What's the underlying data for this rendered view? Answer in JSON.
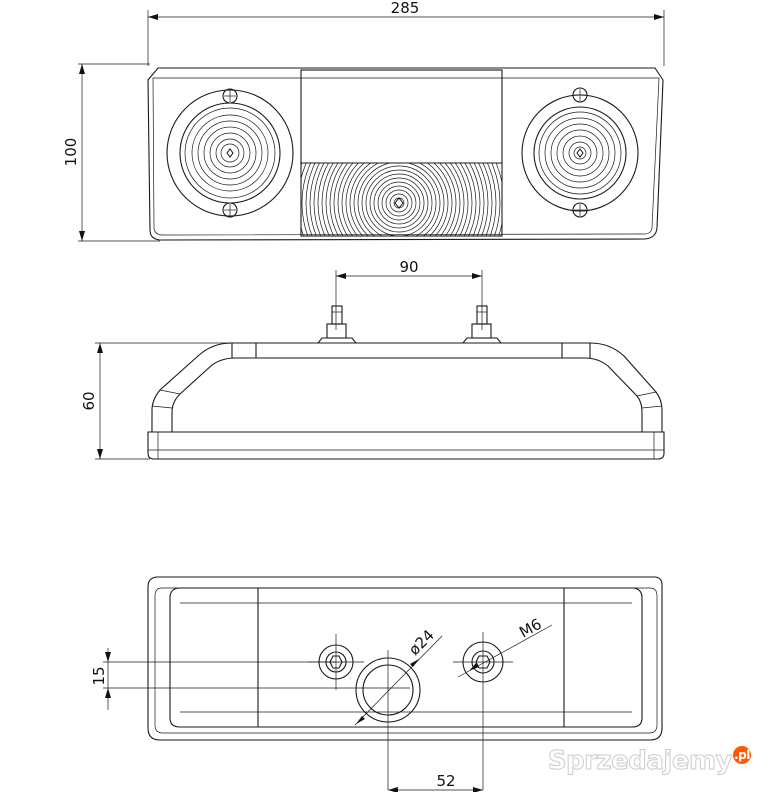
{
  "dimensions": {
    "width_total": "285",
    "height_front": "100",
    "bolt_spacing": "90",
    "depth": "60",
    "offset_15": "15",
    "hole_diameter": "ø24",
    "thread": "M6",
    "spacing_52": "52"
  },
  "watermark": {
    "text": "Sprzedajemy",
    "badge": ".pl"
  }
}
